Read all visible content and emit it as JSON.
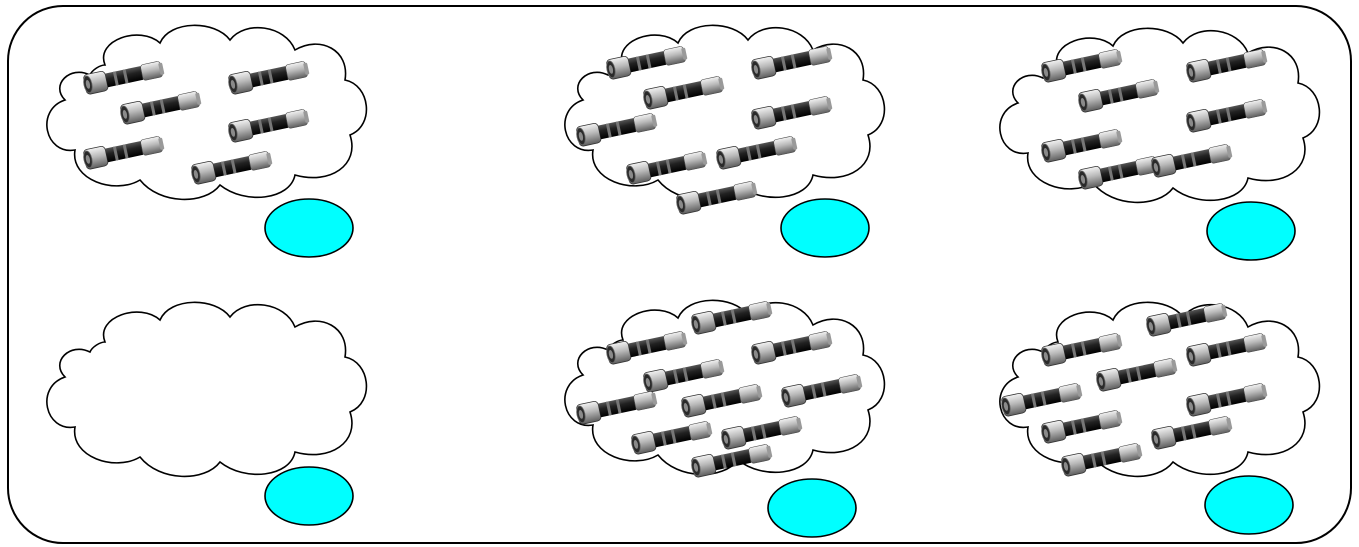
{
  "colors": {
    "frame_stroke": "#000000",
    "cloud_fill": "#ffffff",
    "bubble_fill": "#00ffff",
    "torch_dark": "#1e1e1e",
    "torch_silver": "#c8c8c8"
  },
  "icons": {
    "item": "flashlight-icon",
    "bubble": "oval-bubble",
    "container": "cloud"
  },
  "groups": [
    {
      "label": "",
      "flashlight_count": 6
    },
    {
      "label": "",
      "flashlight_count": 8
    },
    {
      "label": "",
      "flashlight_count": 7
    },
    {
      "label": "",
      "flashlight_count": 0
    },
    {
      "label": "",
      "flashlight_count": 11
    },
    {
      "label": "",
      "flashlight_count": 9
    }
  ]
}
